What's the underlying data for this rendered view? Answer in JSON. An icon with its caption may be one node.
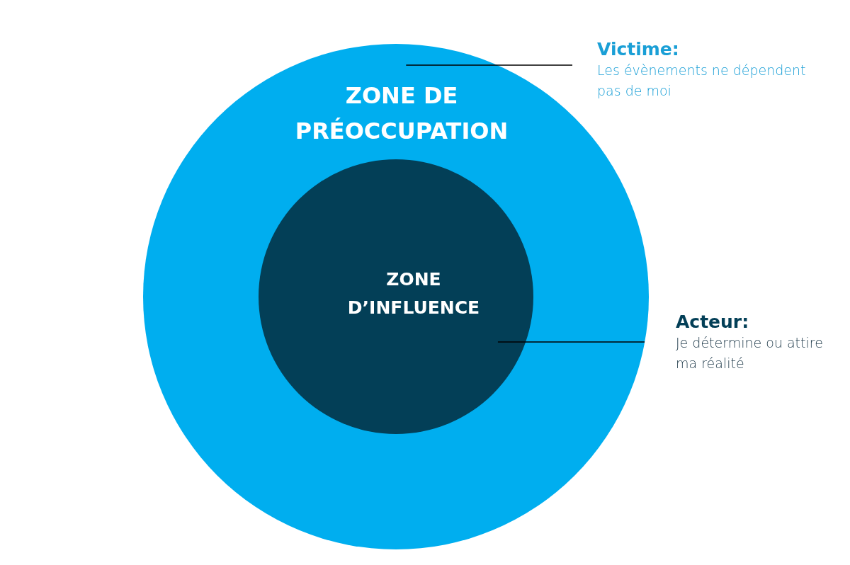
{
  "diagram": {
    "nodes": [
      {
        "text": [
          "ZONE DE PRÉOCCUPATION"
        ]
      },
      {
        "text": [
          "ZONE D’INFLUENCE"
        ],
        "in": 0
      },
      {
        "text": [
          "Victime:",
          "Les évènements ne dépendent pas de moi"
        ]
      },
      {
        "text": [
          "Acteur:",
          "Je détermine ou attire ma réalité"
        ]
      }
    ],
    "edges": [
      {
        "from": 2,
        "to": 0,
        "arrow": "none"
      },
      {
        "from": 3,
        "to": 1,
        "arrow": "none"
      }
    ]
  }
}
